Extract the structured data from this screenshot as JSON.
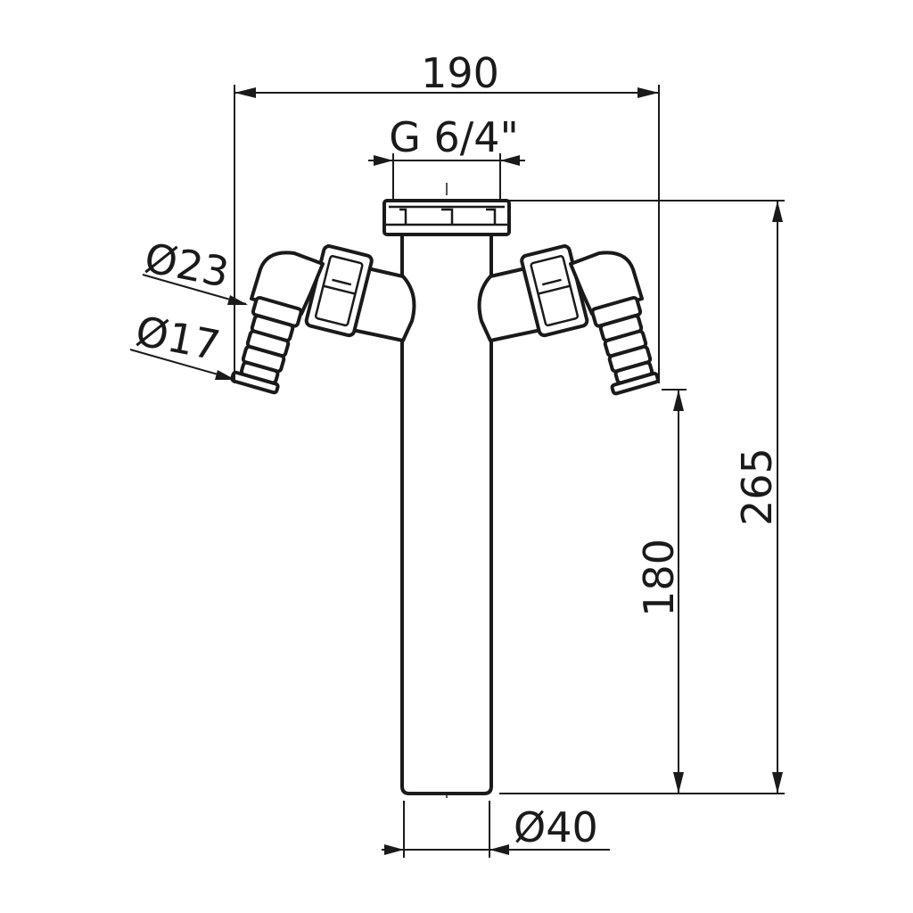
{
  "dimensions": {
    "overall_width": "190",
    "thread": "G 6/4\"",
    "hose_outer_diameter": "Ø23",
    "hose_inner_diameter": "Ø17",
    "total_height": "265",
    "outlet_height": "180",
    "pipe_diameter": "Ø40"
  },
  "colors": {
    "line": "#1a1a1a",
    "background": "#ffffff"
  }
}
